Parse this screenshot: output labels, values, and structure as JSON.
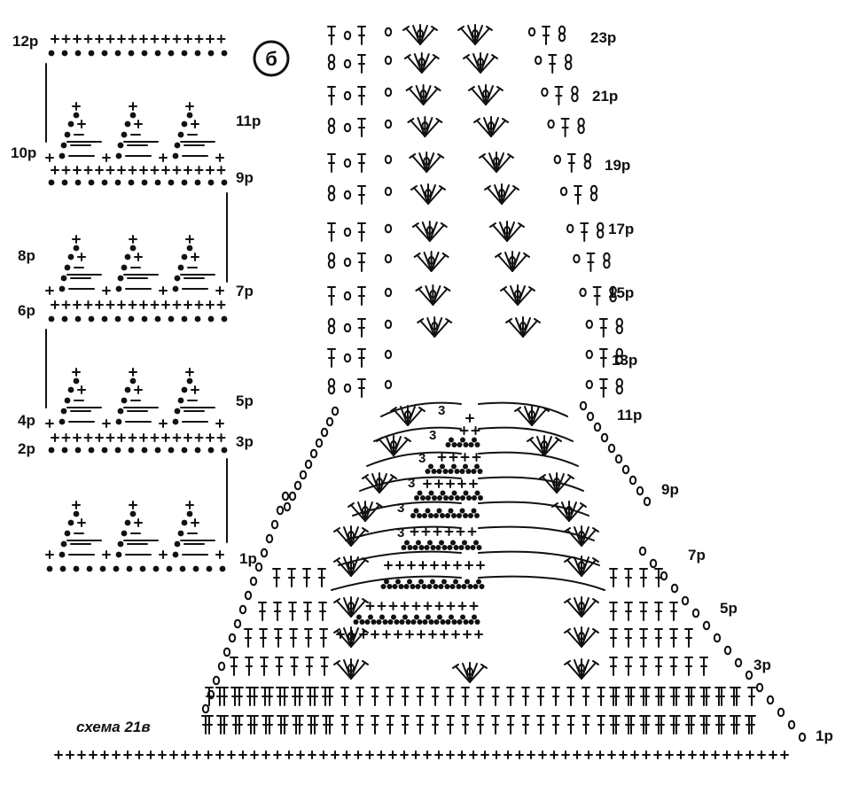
{
  "diagram_b": {
    "marker": "б",
    "row_labels_left": [
      "12р",
      "10р",
      "8р",
      "6р",
      "4р",
      "2р"
    ],
    "row_labels_right": [
      "11р",
      "9р",
      "7р",
      "5р",
      "3р",
      "1р"
    ]
  },
  "diagram_v": {
    "caption": "схема 21в",
    "row_labels": [
      "23р",
      "21р",
      "19р",
      "17р",
      "15р",
      "13р",
      "11р",
      "9р",
      "7р",
      "5р",
      "3р",
      "1р"
    ],
    "chain_count_label": "3"
  },
  "symbols": {
    "single_crochet": "cross",
    "chain": "open-oval",
    "slip_stitch": "dot",
    "double_crochet": "tall-t",
    "cluster": "three-dots",
    "fan": "fan-of-stitches"
  },
  "colors": {
    "ink": "#111111",
    "paper": "#ffffff"
  }
}
